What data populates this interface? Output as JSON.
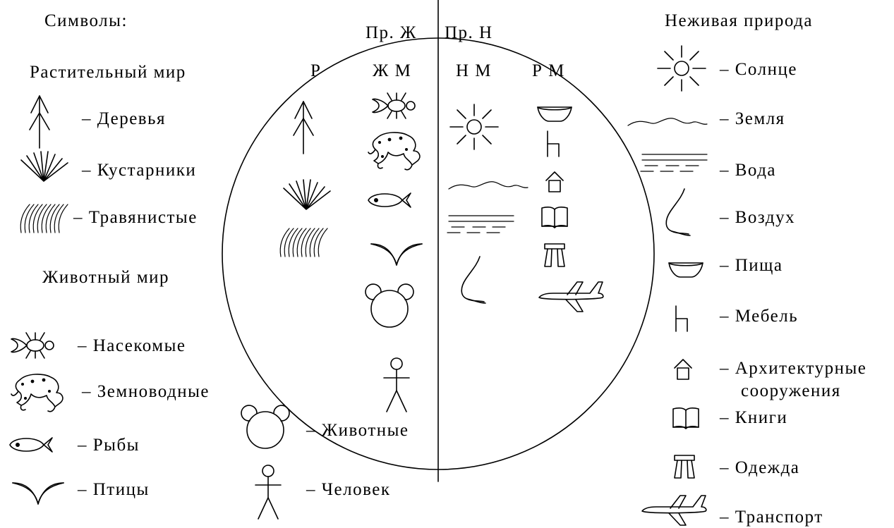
{
  "left": {
    "symbols_title": "Символы:",
    "plant_title": "Растительный мир",
    "plants": {
      "trees": "– Деревья",
      "shrubs": "– Кустарники",
      "herbs": "– Травянистые"
    },
    "animal_title": "Животный мир",
    "animals": {
      "insects": "– Насекомые",
      "amphibians": "– Земноводные",
      "fish": "– Рыбы",
      "birds": "– Птицы"
    }
  },
  "middle": {
    "animals": "– Животные",
    "human": "– Человек"
  },
  "circle": {
    "top_left": "Пр. Ж",
    "top_right": "Пр. Н",
    "col_r": "Р",
    "col_zhm": "Ж М",
    "col_nm": "Н М",
    "col_rm": "Р М"
  },
  "right": {
    "title": "Неживая природа",
    "items": {
      "sun": "– Солнце",
      "earth": "– Земля",
      "water": "– Вода",
      "air": "– Воздух",
      "food": "– Пища",
      "furniture": "– Мебель",
      "architecture": "– Архитектурные",
      "architecture_2": "сооружения",
      "books": "– Книги",
      "clothes": "– Одежда",
      "transport": "– Транспорт"
    }
  }
}
